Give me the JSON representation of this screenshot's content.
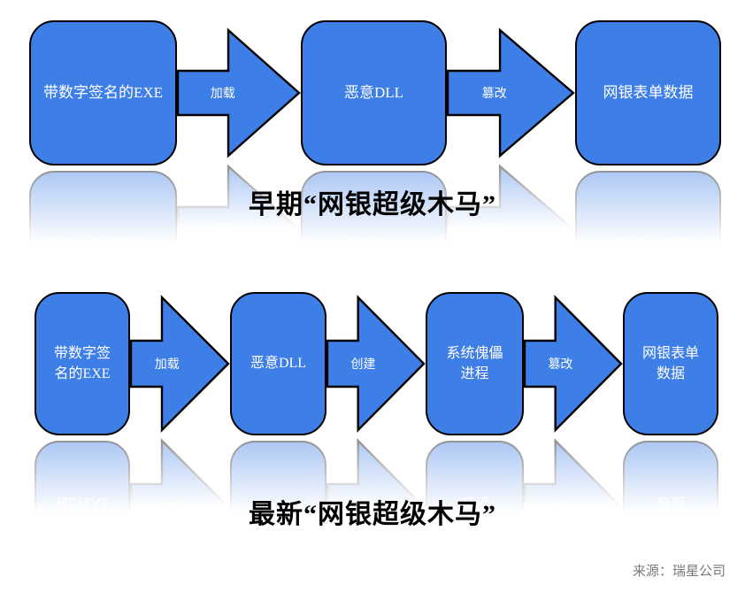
{
  "colors": {
    "shape_fill": "#3E7EE7",
    "shape_border": "#000000",
    "shape_text": "#FFFFFF",
    "caption_text": "#000000",
    "source_text": "#7A7A7A",
    "background": "#FFFFFF"
  },
  "early_flow": {
    "caption": "早期“网银超级木马”",
    "nodes": [
      {
        "label": "带数字签名的EXE"
      },
      {
        "label": "恶意DLL"
      },
      {
        "label": "网银表单数据"
      }
    ],
    "arrows": [
      {
        "label": "加载"
      },
      {
        "label": "篡改"
      }
    ]
  },
  "latest_flow": {
    "caption": "最新“网银超级木马”",
    "nodes": [
      {
        "label": "带数字签\n名的EXE"
      },
      {
        "label": "恶意DLL"
      },
      {
        "label": "系统傀儡\n进程"
      },
      {
        "label": "网银表单\n数据"
      }
    ],
    "arrows": [
      {
        "label": "加载"
      },
      {
        "label": "创建"
      },
      {
        "label": "篡改"
      }
    ]
  },
  "source_credit": "来源：瑞星公司"
}
